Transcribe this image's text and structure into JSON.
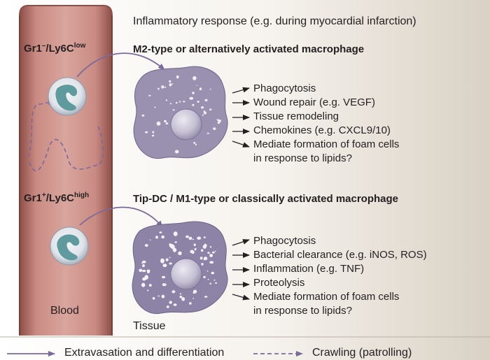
{
  "header": {
    "context": "Inflammatory response (e.g. during myocardial infarction)"
  },
  "upper": {
    "monocyte_label": {
      "base": "Gr1",
      "sup1": "–",
      "mid": "/Ly6C",
      "sup2": "low"
    },
    "macrophage_title": "M2-type or alternatively activated macrophage",
    "functions": [
      "Phagocytosis",
      "Wound repair (e.g. VEGF)",
      "Tissue remodeling",
      "Chemokines (e.g. CXCL9/10)",
      "Mediate formation of foam cells",
      "in response to lipids?"
    ]
  },
  "lower": {
    "monocyte_label": {
      "base": "Gr1",
      "sup1": "+",
      "mid": "/Ly6C",
      "sup2": "high"
    },
    "macrophage_title": "Tip-DC / M1-type or classically activated macrophage",
    "functions": [
      "Phagocytosis",
      "Bacterial clearance (e.g. iNOS, ROS)",
      "Inflammation (e.g. TNF)",
      "Proteolysis",
      "Mediate formation of foam cells",
      "in response to lipids?"
    ]
  },
  "compartments": {
    "blood": "Blood",
    "tissue": "Tissue"
  },
  "legend": {
    "extravasation": "Extravasation and differentiation",
    "crawling": "Crawling (patrolling)"
  },
  "colors": {
    "vessel": "#c98b83",
    "vessel_dark": "#8e4e48",
    "arrow": "#7a6a9a",
    "macrophage": "#9a90b0",
    "nucleus": "#bcb6cc",
    "monocyte_nucleus": "#5f9a9e"
  }
}
